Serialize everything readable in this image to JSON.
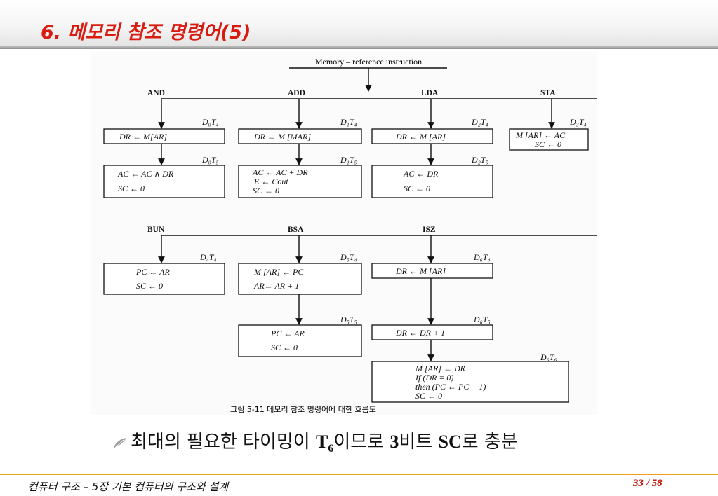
{
  "slide": {
    "title": "6. 메모리 참조 명령어(5)",
    "summary_before": "최대의 필요한 타이밍이 ",
    "summary_T": "T",
    "summary_sub": "6",
    "summary_mid": "이므로 ",
    "summary_bits": "3",
    "summary_mid2": "비트 ",
    "summary_SC": "SC",
    "summary_end": "로 충분",
    "footer": "컴퓨터 구조 – 5장 기본 컴퓨터의 구조와 설계",
    "page_current": "33",
    "page_sep": "/",
    "page_total": "58"
  },
  "diagram": {
    "top": "Memory – reference instruction",
    "and": {
      "label": "AND",
      "t1": "D₀T₄",
      "b1": "DR ← M[AR]",
      "t2": "D₀T₅",
      "b2a": "AC ← AC ∧ DR",
      "b2b": "SC ← 0"
    },
    "add": {
      "label": "ADD",
      "t1": "D₁T₄",
      "b1": "DR ← M [MAR]",
      "t2": "D₁T₅",
      "b2a": "AC ← AC + DR",
      "b2b": "E ← Cout",
      "b2c": "SC ← 0"
    },
    "lda": {
      "label": "LDA",
      "t1": "D₂T₄",
      "b1": "DR ← M [AR]",
      "t2": "D₂T₅",
      "b2a": "AC ← DR",
      "b2b": "SC ← 0"
    },
    "sta": {
      "label": "STA",
      "t1": "D₃T₄",
      "b1a": "M [AR] ← AC",
      "b1b": "SC ← 0"
    },
    "bun": {
      "label": "BUN",
      "t1": "D₄T₄",
      "b1a": "PC ← AR",
      "b1b": "SC ← 0"
    },
    "bsa": {
      "label": "BSA",
      "t1": "D₅T₄",
      "b1a": "M [AR] ← PC",
      "b1b": "AR← AR + 1",
      "t2": "D₅T₅",
      "b2a": "PC ← AR",
      "b2b": "SC ← 0"
    },
    "isz": {
      "label": "ISZ",
      "t1": "D₆T₄",
      "b1": "DR ← M [AR]",
      "t2": "D₆T₅",
      "b2": "DR ← DR + 1",
      "t3": "D₆T₆",
      "b3a": "M [AR] ← DR",
      "b3b": "If (DR = 0)",
      "b3c": "then (PC ← PC + 1)",
      "b3d": "SC ← 0"
    },
    "caption": "그림 5-11   메모리 참조 명령어에 대한 흐름도"
  }
}
